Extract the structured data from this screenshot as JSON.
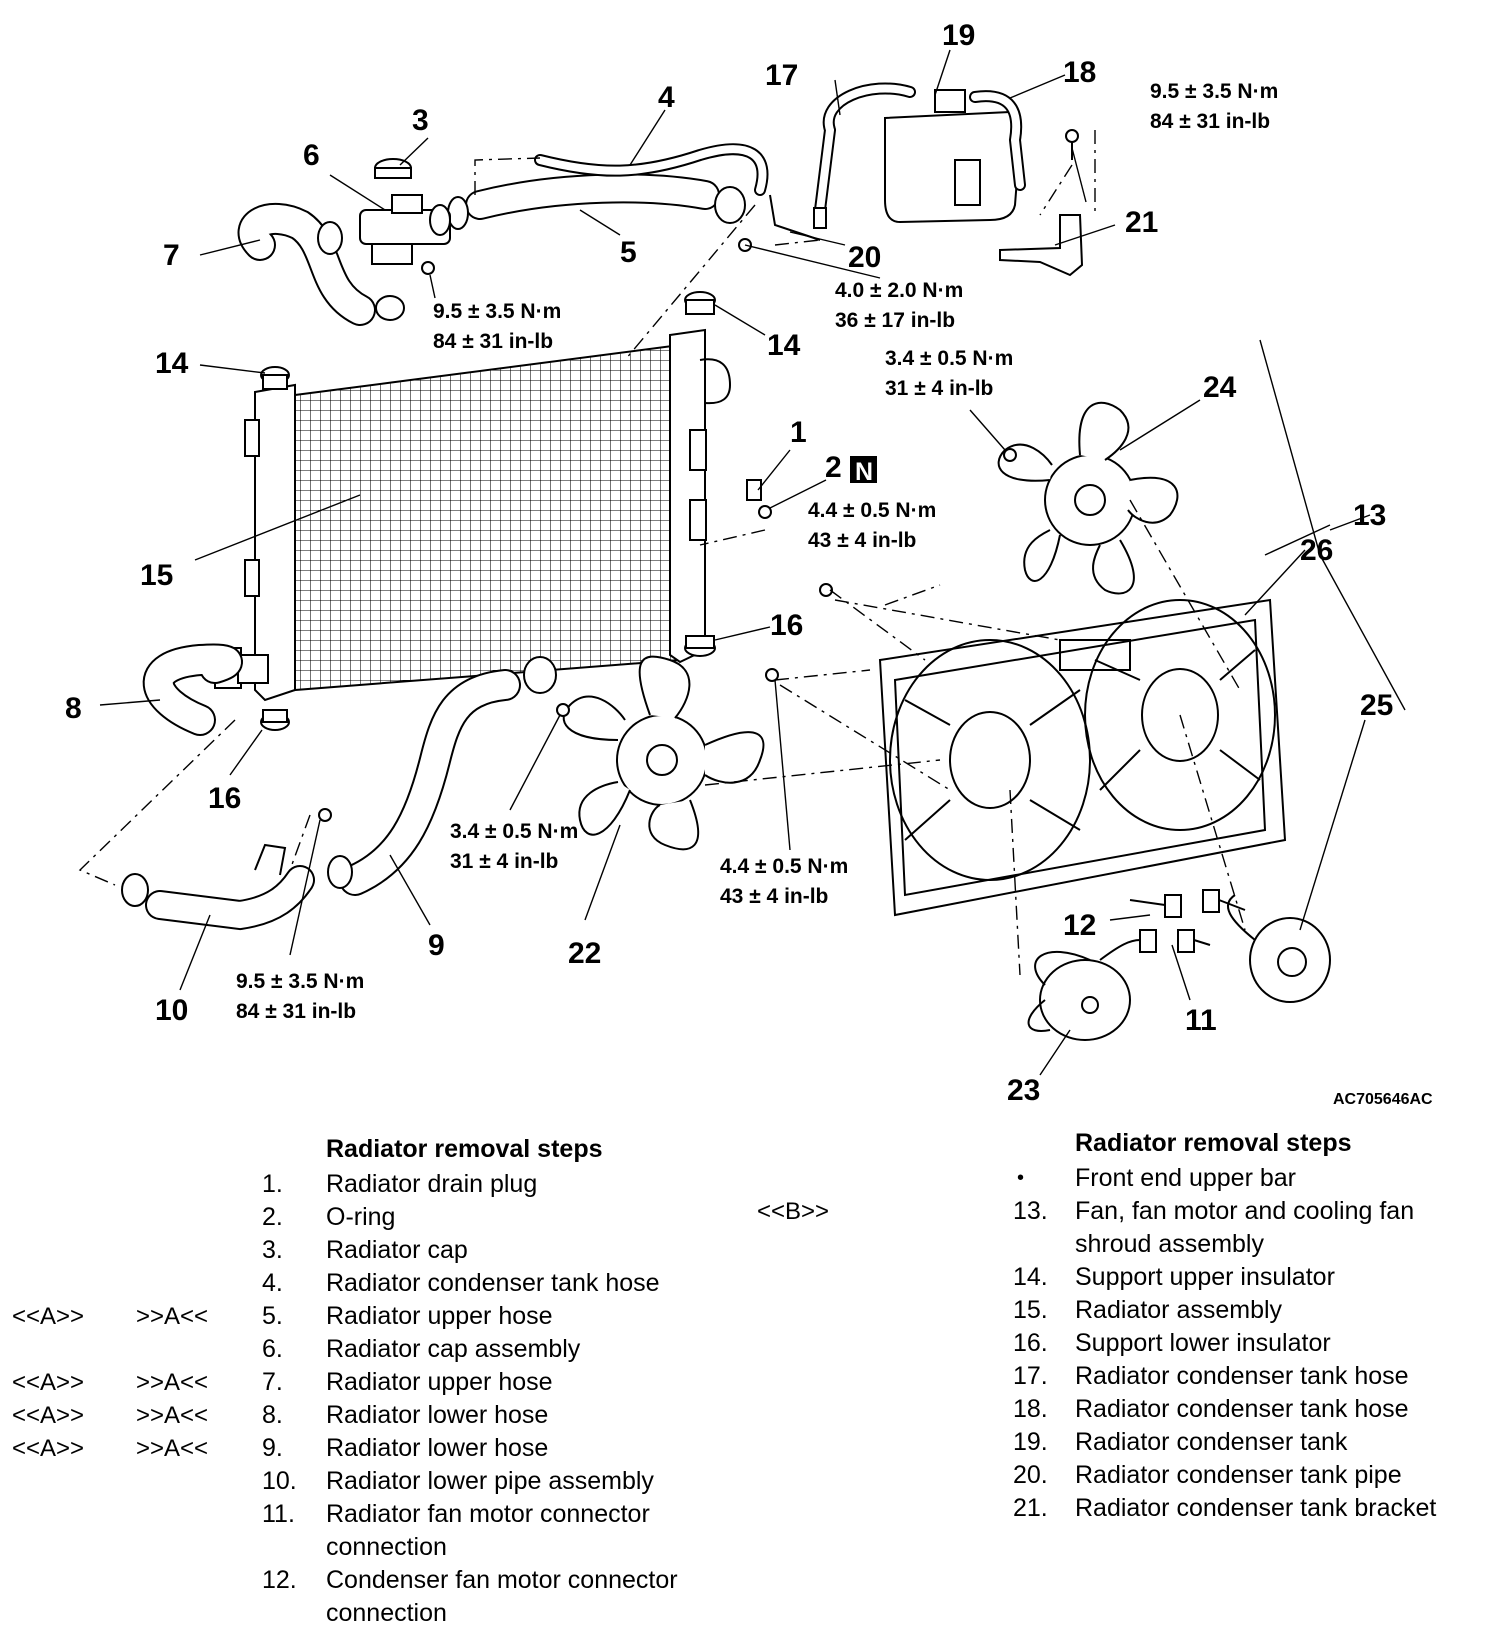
{
  "diagram": {
    "figure_id": "AC705646AC",
    "callouts": [
      "1",
      "2",
      "3",
      "4",
      "5",
      "6",
      "7",
      "8",
      "9",
      "10",
      "11",
      "12",
      "13",
      "14",
      "14",
      "15",
      "16",
      "16",
      "17",
      "18",
      "19",
      "20",
      "21",
      "22",
      "23",
      "24",
      "25",
      "26"
    ],
    "new_part_badge": "N",
    "torque_specs": {
      "s1_nm": "9.5 ± 3.5 N·m",
      "s1_in": "84 ± 31 in-lb",
      "s2_nm": "9.5 ± 3.5 N·m",
      "s2_in": "84 ± 31 in-lb",
      "s3_nm": "4.0 ± 2.0 N·m",
      "s3_in": "36 ± 17 in-lb",
      "s4_nm": "3.4 ± 0.5 N·m",
      "s4_in": "31 ± 4 in-lb",
      "s5_nm": "4.4 ± 0.5 N·m",
      "s5_in": "43 ± 4 in-lb",
      "s6_nm": "3.4 ± 0.5 N·m",
      "s6_in": "31 ± 4 in-lb",
      "s7_nm": "4.4 ± 0.5 N·m",
      "s7_in": "43 ± 4 in-lb",
      "s8_nm": "9.5 ± 3.5 N·m",
      "s8_in": "84 ± 31 in-lb"
    }
  },
  "left_list": {
    "heading": "Radiator removal steps",
    "items": [
      {
        "num": "1.",
        "text": "Radiator drain plug",
        "rem": "",
        "inst": ""
      },
      {
        "num": "2.",
        "text": "O-ring",
        "rem": "",
        "inst": ""
      },
      {
        "num": "3.",
        "text": "Radiator cap",
        "rem": "",
        "inst": ""
      },
      {
        "num": "4.",
        "text": "Radiator condenser tank hose",
        "rem": "",
        "inst": ""
      },
      {
        "num": "5.",
        "text": "Radiator upper hose",
        "rem": "<<A>>",
        "inst": ">>A<<"
      },
      {
        "num": "6.",
        "text": "Radiator cap assembly",
        "rem": "",
        "inst": ""
      },
      {
        "num": "7.",
        "text": "Radiator upper hose",
        "rem": "<<A>>",
        "inst": ">>A<<"
      },
      {
        "num": "8.",
        "text": "Radiator lower hose",
        "rem": "<<A>>",
        "inst": ">>A<<"
      },
      {
        "num": "9.",
        "text": "Radiator lower hose",
        "rem": "<<A>>",
        "inst": ">>A<<"
      },
      {
        "num": "10.",
        "text": "Radiator lower pipe assembly",
        "rem": "",
        "inst": ""
      },
      {
        "num": "11.",
        "text": "Radiator fan motor connector connection",
        "rem": "",
        "inst": ""
      },
      {
        "num": "12.",
        "text": "Condenser fan motor connector connection",
        "rem": "",
        "inst": ""
      }
    ]
  },
  "right_list": {
    "heading": "Radiator removal steps",
    "bullet": "•",
    "items": [
      {
        "num": "",
        "text": "Front end upper bar",
        "rem": ""
      },
      {
        "num": "13.",
        "text": "Fan, fan motor and cooling fan shroud assembly",
        "rem": "<<B>>"
      },
      {
        "num": "14.",
        "text": "Support upper insulator",
        "rem": ""
      },
      {
        "num": "15.",
        "text": "Radiator assembly",
        "rem": ""
      },
      {
        "num": "16.",
        "text": "Support lower insulator",
        "rem": ""
      },
      {
        "num": "17.",
        "text": "Radiator condenser tank hose",
        "rem": ""
      },
      {
        "num": "18.",
        "text": "Radiator condenser tank hose",
        "rem": ""
      },
      {
        "num": "19.",
        "text": "Radiator condenser tank",
        "rem": ""
      },
      {
        "num": "20.",
        "text": "Radiator condenser tank pipe",
        "rem": ""
      },
      {
        "num": "21.",
        "text": "Radiator condenser tank bracket",
        "rem": ""
      }
    ]
  }
}
